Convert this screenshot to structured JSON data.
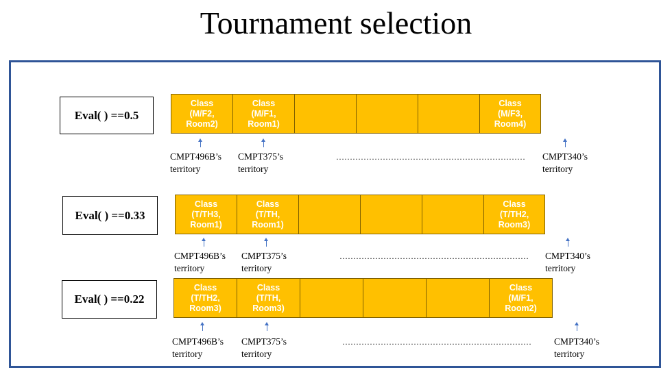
{
  "title": "Tournament selection",
  "rows": [
    {
      "eval": "Eval( ) ==0.5",
      "cells": [
        "Class\n(M/F2,\nRoom2)",
        "Class\n(M/F1,\nRoom1)",
        "",
        "",
        "",
        "Class\n(M/F3,\nRoom4)"
      ],
      "labels": [
        "CMPT496B’s\nterritory",
        "CMPT375’s\nterritory",
        "CMPT340’s\nterritory"
      ],
      "dots": "……………………………………………………………"
    },
    {
      "eval": "Eval( ) ==0.33",
      "cells": [
        "Class\n(T/TH3,\nRoom1)",
        "Class\n(T/TH,\nRoom1)",
        "",
        "",
        "",
        "Class\n(T/TH2,\nRoom3)"
      ],
      "labels": [
        "CMPT496B’s\nterritory",
        "CMPT375’s\nterritory",
        "CMPT340’s\nterritory"
      ],
      "dots": "……………………………………………………………"
    },
    {
      "eval": "Eval( ) ==0.22",
      "cells": [
        "Class\n(T/TH2,\nRoom3)",
        "Class\n(T/TH,\nRoom3)",
        "",
        "",
        "",
        "Class\n(M/F1,\nRoom2)"
      ],
      "labels": [
        "CMPT496B’s\nterritory",
        "CMPT375’s\nterritory",
        "CMPT340’s\nterritory"
      ],
      "dots": "……………………………………………………………"
    }
  ]
}
